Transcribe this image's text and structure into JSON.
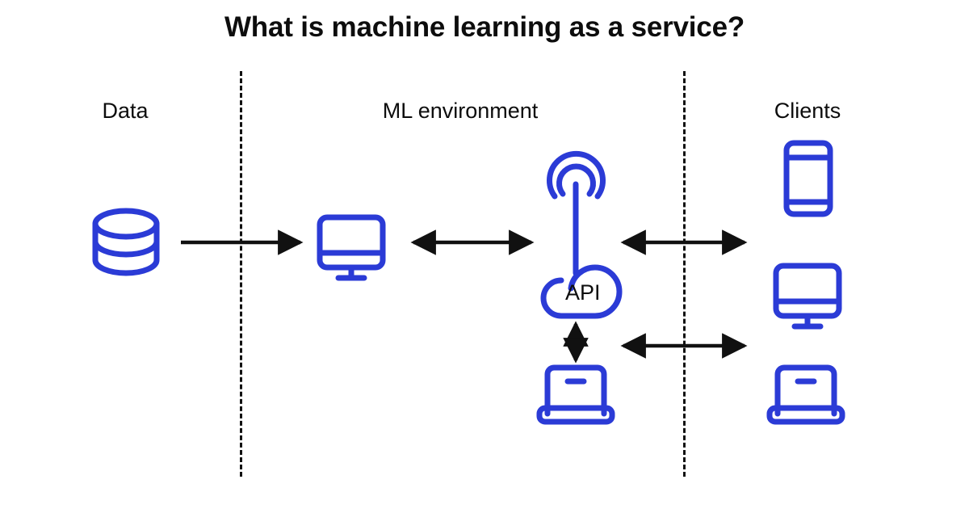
{
  "diagram": {
    "title": "What is machine learning as a service?",
    "colors": {
      "icon_blue": "#2b3bd6",
      "arrow_black": "#111111",
      "divider_black": "#111111",
      "background": "#ffffff",
      "text_black": "#0d0d0d"
    },
    "columns": [
      {
        "id": "data",
        "label": "Data"
      },
      {
        "id": "ml-environment",
        "label": "ML environment"
      },
      {
        "id": "clients",
        "label": "Clients"
      }
    ],
    "dividers": [
      {
        "id": "divider-left",
        "style": "dashed",
        "orientation": "vertical"
      },
      {
        "id": "divider-right",
        "style": "dashed",
        "orientation": "vertical"
      }
    ],
    "nodes": [
      {
        "id": "database",
        "icon": "database-icon",
        "column": "data",
        "label": ""
      },
      {
        "id": "ml-monitor",
        "icon": "monitor-icon",
        "column": "ml-environment",
        "label": ""
      },
      {
        "id": "api-cloud",
        "icon": "cloud-antenna-icon",
        "column": "ml-environment",
        "label": "API"
      },
      {
        "id": "ml-laptop",
        "icon": "laptop-icon",
        "column": "ml-environment",
        "label": ""
      },
      {
        "id": "client-phone",
        "icon": "smartphone-icon",
        "column": "clients",
        "label": ""
      },
      {
        "id": "client-monitor",
        "icon": "monitor-icon",
        "column": "clients",
        "label": ""
      },
      {
        "id": "client-laptop",
        "icon": "laptop-icon",
        "column": "clients",
        "label": ""
      }
    ],
    "connections": [
      {
        "id": "data-to-ml",
        "from": "database",
        "to": "ml-monitor",
        "heads": "single",
        "direction": "right"
      },
      {
        "id": "ml-to-api",
        "from": "ml-monitor",
        "to": "api-cloud",
        "heads": "double",
        "direction": "horizontal"
      },
      {
        "id": "api-to-clients",
        "from": "api-cloud",
        "to": "client-monitor",
        "heads": "double",
        "direction": "horizontal"
      },
      {
        "id": "api-to-ml-laptop",
        "from": "api-cloud",
        "to": "ml-laptop",
        "heads": "double",
        "direction": "vertical"
      },
      {
        "id": "ml-laptop-to-clients",
        "from": "ml-laptop",
        "to": "client-laptop",
        "heads": "double",
        "direction": "horizontal"
      }
    ]
  }
}
